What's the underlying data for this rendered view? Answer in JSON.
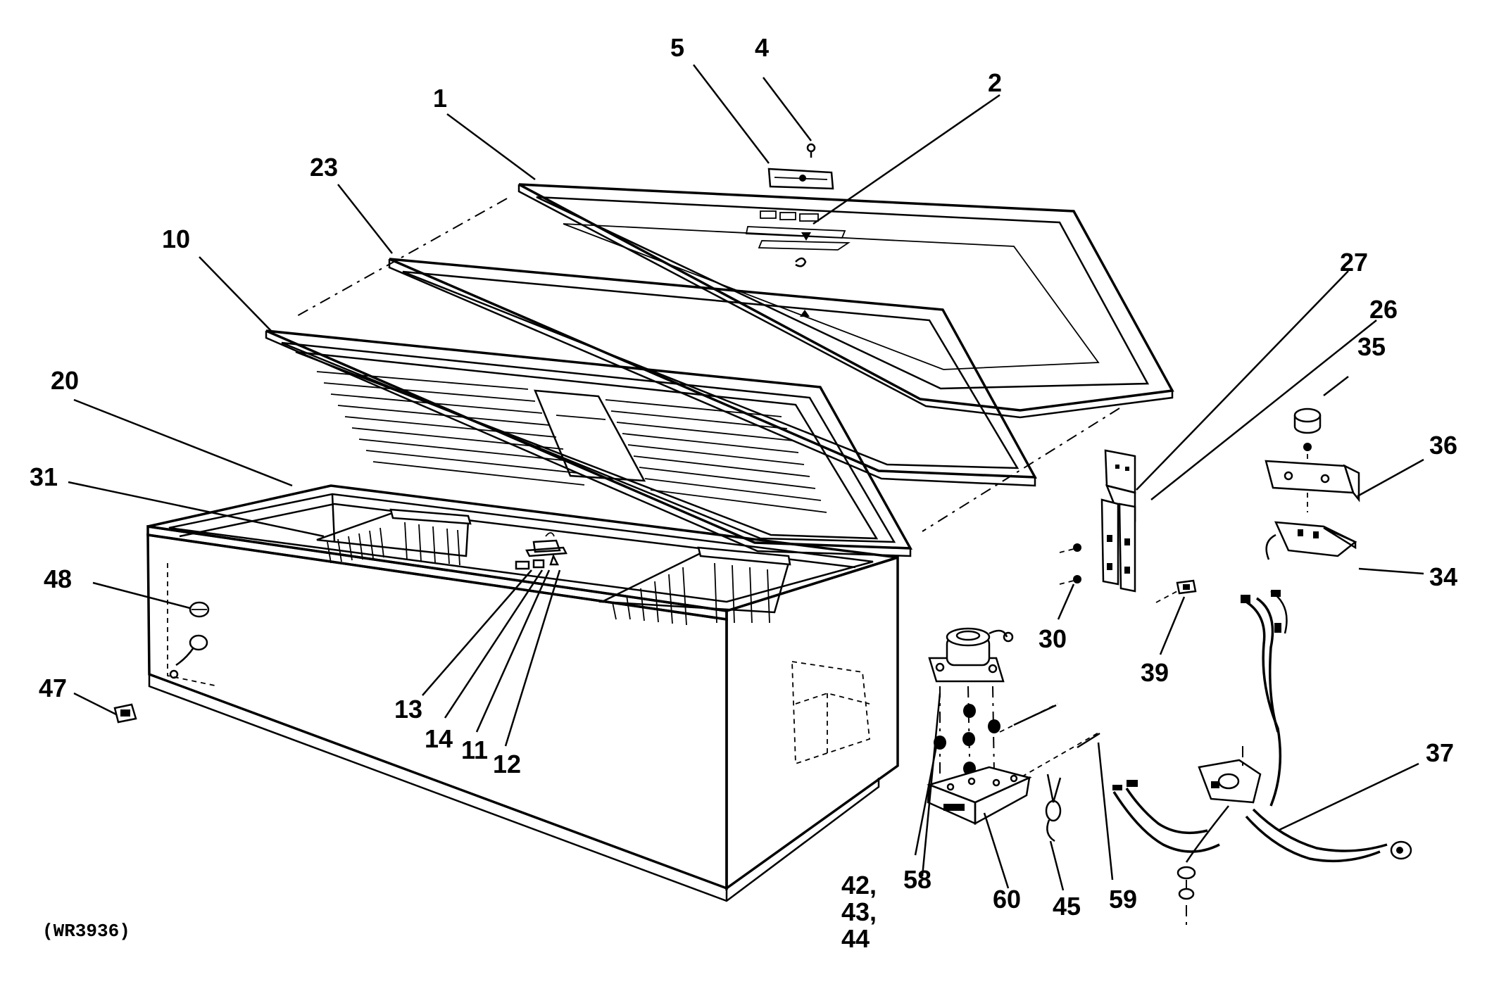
{
  "diagram": {
    "drawing_code": "(WR3936)",
    "callouts": [
      {
        "id": "c1",
        "label": "1"
      },
      {
        "id": "c2",
        "label": "2"
      },
      {
        "id": "c4",
        "label": "4"
      },
      {
        "id": "c5",
        "label": "5"
      },
      {
        "id": "c10",
        "label": "10"
      },
      {
        "id": "c11",
        "label": "11"
      },
      {
        "id": "c12",
        "label": "12"
      },
      {
        "id": "c13",
        "label": "13"
      },
      {
        "id": "c14",
        "label": "14"
      },
      {
        "id": "c20",
        "label": "20"
      },
      {
        "id": "c23",
        "label": "23"
      },
      {
        "id": "c26",
        "label": "26"
      },
      {
        "id": "c27",
        "label": "27"
      },
      {
        "id": "c30",
        "label": "30"
      },
      {
        "id": "c31",
        "label": "31"
      },
      {
        "id": "c34",
        "label": "34"
      },
      {
        "id": "c35",
        "label": "35"
      },
      {
        "id": "c36",
        "label": "36"
      },
      {
        "id": "c37",
        "label": "37"
      },
      {
        "id": "c39",
        "label": "39"
      },
      {
        "id": "c42",
        "label": "42,"
      },
      {
        "id": "c43",
        "label": "43,"
      },
      {
        "id": "c44",
        "label": "44"
      },
      {
        "id": "c45",
        "label": "45"
      },
      {
        "id": "c47",
        "label": "47"
      },
      {
        "id": "c48",
        "label": "48"
      },
      {
        "id": "c58",
        "label": "58"
      },
      {
        "id": "c59",
        "label": "59"
      },
      {
        "id": "c60",
        "label": "60"
      }
    ]
  }
}
